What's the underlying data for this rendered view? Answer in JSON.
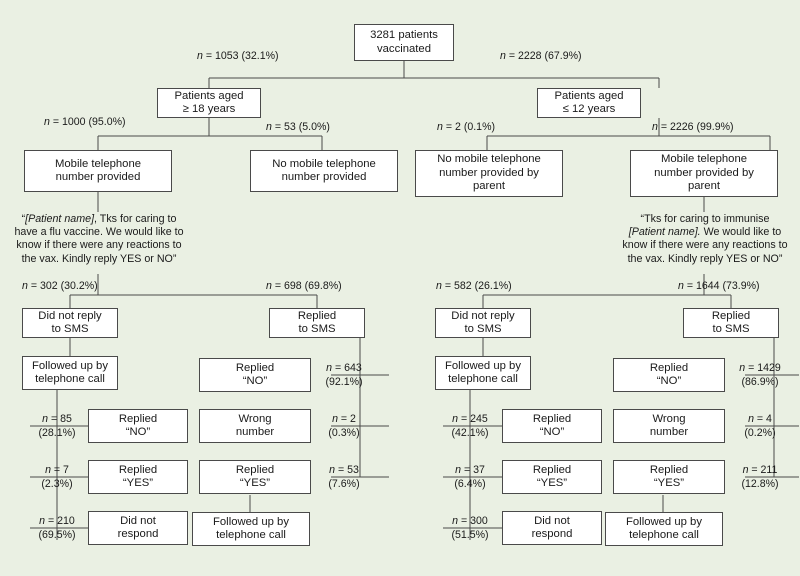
{
  "figure": {
    "type": "flowchart",
    "title": "SMS follow-up flow after vaccination",
    "background_color": "#eaf0e3",
    "box_fill": "#ffffff",
    "box_border": "#4a4a4a"
  },
  "root": {
    "label": "3281 patients\nvaccinated"
  },
  "age_split": {
    "left_edge_label": "n = 1053 (32.1%)",
    "right_edge_label": "n = 2228 (67.9%)",
    "left_node": "Patients aged\n≥ 18 years",
    "right_node": "Patients aged\n≤ 12 years"
  },
  "adult_branch": {
    "mobile_edge_label": "n = 1000 (95.0%)",
    "no_mobile_edge_label": "n = 53 (5.0%)",
    "mobile_node": "Mobile telephone\nnumber provided",
    "no_mobile_node": "No mobile telephone\nnumber provided",
    "message": "“[Patient name], Tks for caring to\nhave a flu vaccine. We would like to\nknow if there were any reactions to\nthe vax. Kindly reply YES or NO”",
    "message_italic_part": "[Patient name]",
    "no_reply_edge_label": "n = 302 (30.2%)",
    "replied_edge_label": "n = 698 (69.8%)",
    "no_reply_node": "Did not reply\nto SMS",
    "replied_node": "Replied\nto SMS",
    "phone_followup_node": "Followed up by\ntelephone call",
    "phone_outcomes": [
      {
        "n": "n = 85",
        "pct": "(28.1%)",
        "label": "Replied\n“NO”"
      },
      {
        "n": "n = 7",
        "pct": "(2.3%)",
        "label": "Replied\n“YES”"
      },
      {
        "n": "n = 210",
        "pct": "(69.5%)",
        "label": "Did not\nrespond"
      }
    ],
    "sms_outcomes": [
      {
        "label": "Replied\n“NO”",
        "n": "n = 643",
        "pct": "(92.1%)"
      },
      {
        "label": "Wrong\nnumber",
        "n": "n = 2",
        "pct": "(0.3%)"
      },
      {
        "label": "Replied\n“YES”",
        "n": "n = 53",
        "pct": "(7.6%)"
      }
    ],
    "sms_yes_followup_node": "Followed up by\ntelephone call"
  },
  "child_branch": {
    "no_mobile_edge_label": "n = 2 (0.1%)",
    "mobile_edge_label": "n = 2226 (99.9%)",
    "no_mobile_node": "No mobile telephone\nnumber provided by\nparent",
    "mobile_node": "Mobile telephone\nnumber provided by\nparent",
    "message": "“Tks for caring to immunise\n[Patient name].  We would like to\nknow if there were any reactions to\nthe vax. Kindly reply YES or NO”",
    "message_italic_part": "[Patient name].",
    "no_reply_edge_label": "n = 582 (26.1%)",
    "replied_edge_label": "n = 1644 (73.9%)",
    "no_reply_node": "Did not reply\nto SMS",
    "replied_node": "Replied\nto SMS",
    "phone_followup_node": "Followed up by\ntelephone call",
    "phone_outcomes": [
      {
        "n": "n = 245",
        "pct": "(42.1%)",
        "label": "Replied\n“NO”"
      },
      {
        "n": "n = 37",
        "pct": "(6.4%)",
        "label": "Replied\n“YES”"
      },
      {
        "n": "n = 300",
        "pct": "(51.5%)",
        "label": "Did not\nrespond"
      }
    ],
    "sms_outcomes": [
      {
        "label": "Replied\n“NO”",
        "n": "n = 1429",
        "pct": "(86.9%)"
      },
      {
        "label": "Wrong\nnumber",
        "n": "n = 4",
        "pct": "(0.2%)"
      },
      {
        "label": "Replied\n“YES”",
        "n": "n = 211",
        "pct": "(12.8%)"
      }
    ],
    "sms_yes_followup_node": "Followed up by\ntelephone call"
  }
}
